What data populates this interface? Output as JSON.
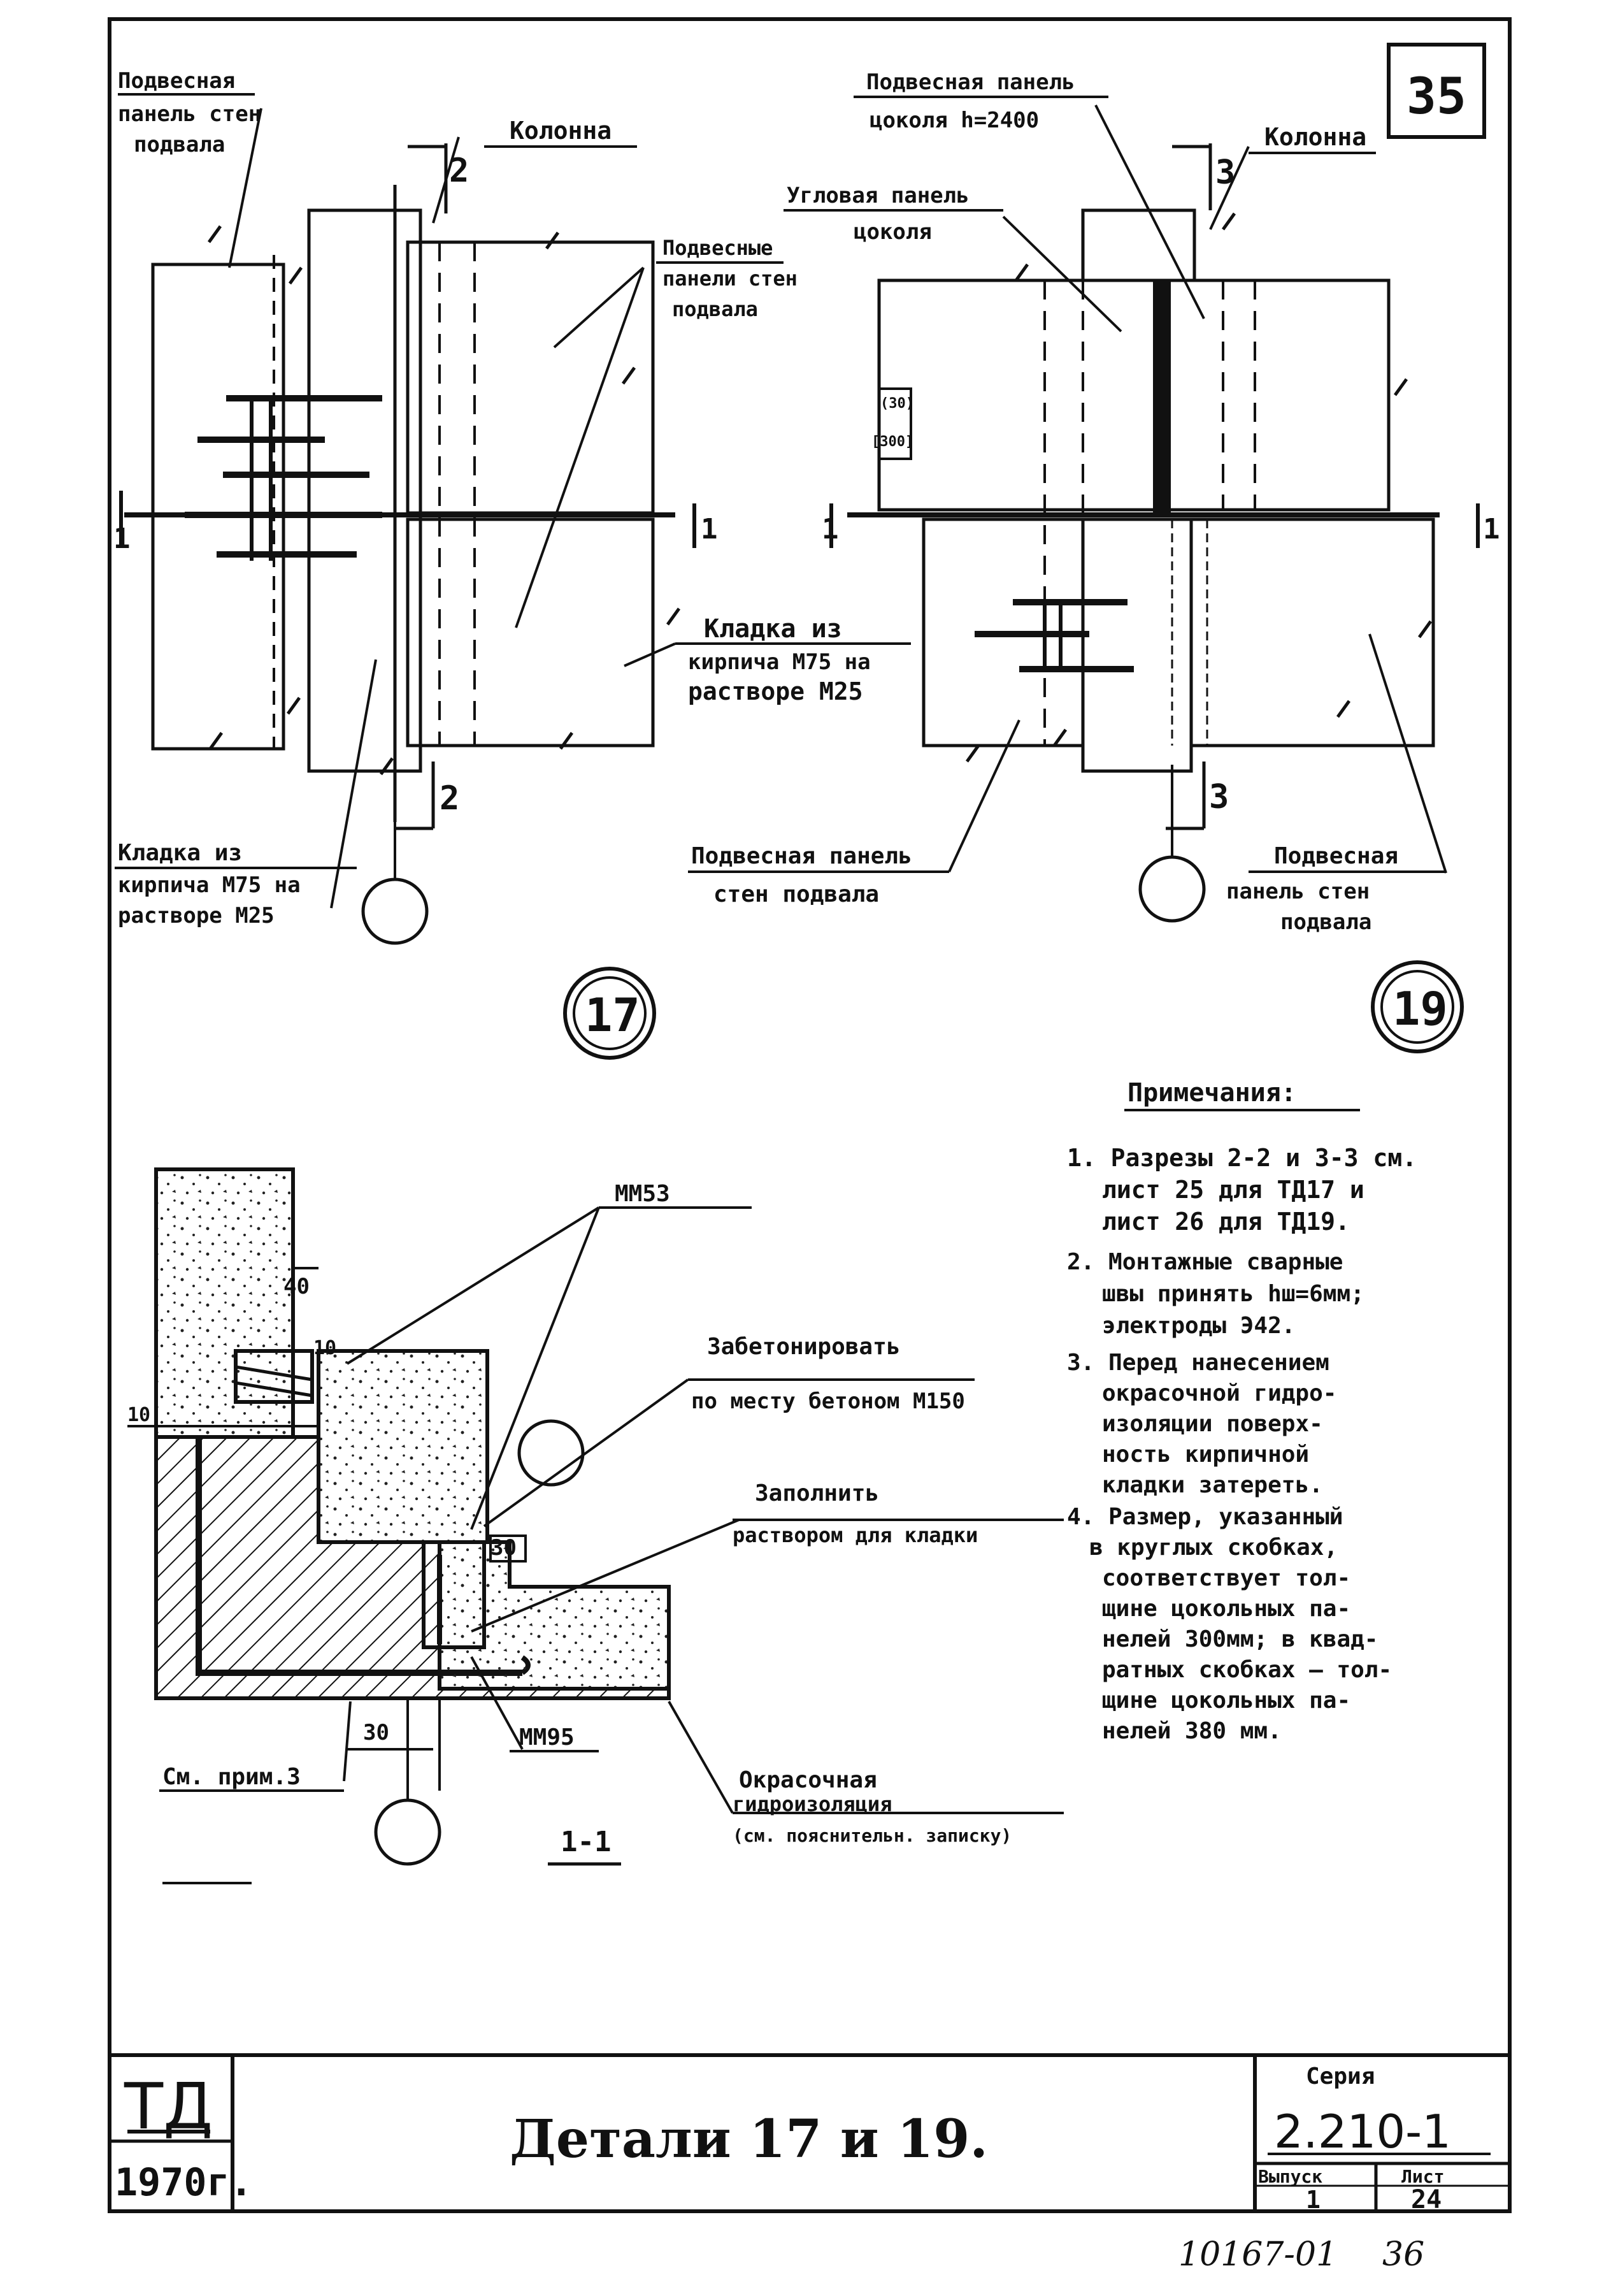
{
  "sheet_corner_number": "35",
  "detail_17": {
    "label_top_left": [
      "Подвесная",
      "панель стен",
      "подвала"
    ],
    "label_column": "Колонна",
    "label_right": [
      "Подвесные",
      "панели стен",
      "подвала"
    ],
    "label_masonry_right": [
      "Кладка из",
      "кирпича М75 на",
      "растворе М25"
    ],
    "label_masonry_bottom": [
      "Кладка из",
      "кирпича М75 на",
      "растворе М25"
    ],
    "label_bottom": [
      "Подвесная панель",
      "стен подвала"
    ],
    "section_mark": "2",
    "section_side": "1",
    "number": "17"
  },
  "detail_19": {
    "label_top": [
      "Подвесная панель",
      "цоколя h=2400"
    ],
    "label_column": "Колонна",
    "label_corner": [
      "Угловая панель",
      "цоколя"
    ],
    "dim_round": "(30)",
    "dim_square": "[300]",
    "label_bottom_right": [
      "Подвесная",
      "панель стен",
      "подвала"
    ],
    "section_mark": "3",
    "section_side": "1",
    "number": "19"
  },
  "section_1_1": {
    "label_mm53": "ММ53",
    "label_concrete": [
      "Забетонировать",
      "по месту бетоном М150"
    ],
    "label_mortar": [
      "Заполнить",
      "раствором для кладки"
    ],
    "label_mm95": "ММ95",
    "label_see_note": "См. прим.3",
    "label_waterproof": [
      "Окрасочная",
      "гидроизоляция",
      "(см. пояснительн. записку)"
    ],
    "dim_40": "40",
    "dim_10a": "10",
    "dim_10b": "10",
    "dim_30": "30",
    "dim_30b": "30",
    "title": "1-1"
  },
  "notes": {
    "heading": "Примечания:",
    "items": [
      "1. Разрезы 2-2 и 3-3 см.",
      "лист 25 для ТД17 и",
      "лист 26 для ТД19.",
      "2. Монтажные сварные",
      "швы принять hш=6мм;",
      "электроды Э42.",
      "3. Перед нанесением",
      "окрасочной гидро-",
      "изоляции поверх-",
      "ность кирпичной",
      "кладки затереть.",
      "4. Размер, указанный",
      "в круглых скобках,",
      "соответствует тол-",
      "щине цокольных па-",
      "нелей 300мм; в квад-",
      "ратных скобках — тол-",
      "щине цокольных па-",
      "нелей 380 мм."
    ]
  },
  "title_block": {
    "code": "ТД",
    "year": "1970г.",
    "title": "Детали 17 и 19.",
    "series_label": "Серия",
    "series_value": "2.210-1",
    "issue_label": "Выпуск",
    "issue_value": "1",
    "sheet_label": "Лист",
    "sheet_value": "24"
  },
  "footer_handwritten": {
    "doc_number": "10167-01",
    "page": "36"
  }
}
